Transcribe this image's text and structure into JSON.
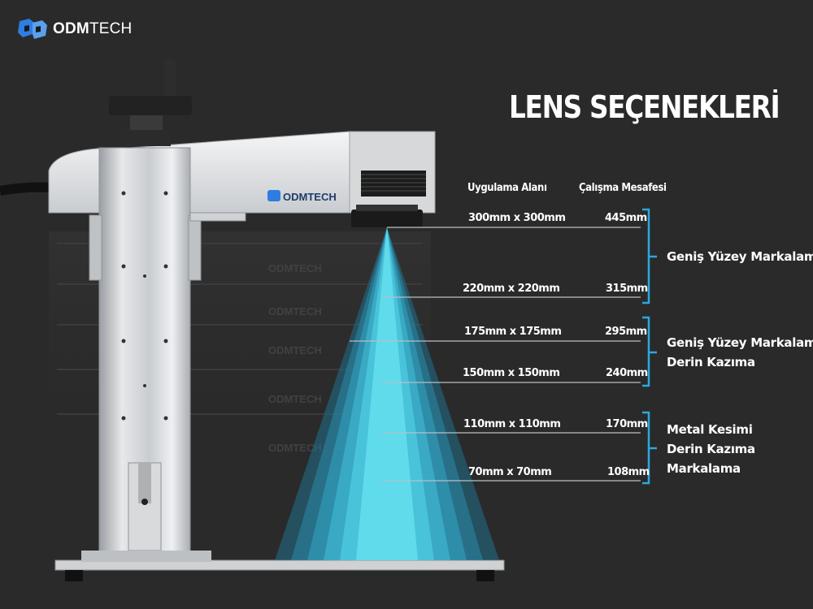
{
  "brand": {
    "bold": "ODM",
    "light": "TECH",
    "color": "#2f7de1"
  },
  "title": "LENS SEÇENEKLERİ",
  "columns": {
    "area": "Uygulama Alanı",
    "distance": "Çalışma Mesafesi"
  },
  "lenses": [
    {
      "area": "300mm x 300mm",
      "distance": "445mm"
    },
    {
      "area": "220mm x 220mm",
      "distance": "315mm"
    },
    {
      "area": "175mm x 175mm",
      "distance": "295mm"
    },
    {
      "area": "150mm x 150mm",
      "distance": "240mm"
    },
    {
      "area": "110mm x 110mm",
      "distance": "170mm"
    },
    {
      "area": "70mm x 70mm",
      "distance": "108mm"
    }
  ],
  "groups": [
    {
      "lines": [
        "Geniş Yüzey Markalama"
      ]
    },
    {
      "lines": [
        "Geniş Yüzey Markalama",
        "Derin Kazıma"
      ]
    },
    {
      "lines": [
        "Metal Kesimi",
        "Derin Kazıma",
        "Markalama"
      ]
    }
  ],
  "machine_label": "ODMTECH",
  "colors": {
    "background": "#2a2a2a",
    "bracket": "#2aa8e0",
    "beam": "#5fe6f5"
  }
}
